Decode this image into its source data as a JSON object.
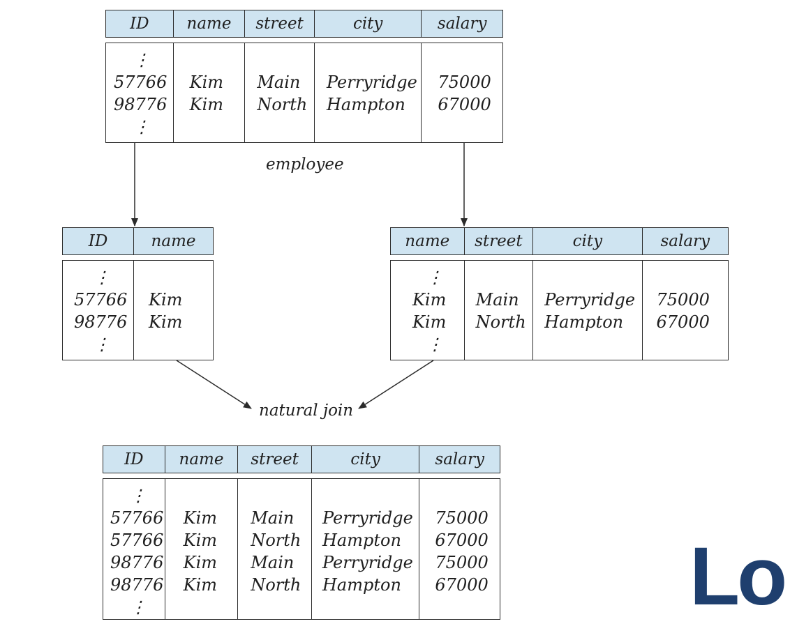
{
  "labels": {
    "employee": "employee",
    "natural_join": "natural join"
  },
  "employee": {
    "columns": [
      "ID",
      "name",
      "street",
      "city",
      "salary"
    ],
    "ellipsis": "⋮",
    "rows": [
      [
        "57766",
        "Kim",
        "Main",
        "Perryridge",
        "75000"
      ],
      [
        "98776",
        "Kim",
        "North",
        "Hampton",
        "67000"
      ]
    ]
  },
  "left_projection": {
    "columns": [
      "ID",
      "name"
    ],
    "ellipsis": "⋮",
    "rows": [
      [
        "57766",
        "Kim"
      ],
      [
        "98776",
        "Kim"
      ]
    ]
  },
  "right_projection": {
    "columns": [
      "name",
      "street",
      "city",
      "salary"
    ],
    "ellipsis": "⋮",
    "rows": [
      [
        "Kim",
        "Main",
        "Perryridge",
        "75000"
      ],
      [
        "Kim",
        "North",
        "Hampton",
        "67000"
      ]
    ]
  },
  "join_result": {
    "columns": [
      "ID",
      "name",
      "street",
      "city",
      "salary"
    ],
    "ellipsis": "⋮",
    "rows": [
      [
        "57766",
        "Kim",
        "Main",
        "Perryridge",
        "75000"
      ],
      [
        "57766",
        "Kim",
        "North",
        "Hampton",
        "67000"
      ],
      [
        "98776",
        "Kim",
        "Main",
        "Perryridge",
        "75000"
      ],
      [
        "98776",
        "Kim",
        "North",
        "Hampton",
        "67000"
      ]
    ]
  },
  "logo_text": "Lo",
  "colors": {
    "header_fill": "#cfe4f1",
    "line": "#2b2b2b",
    "logo": "#1f3f6e"
  }
}
